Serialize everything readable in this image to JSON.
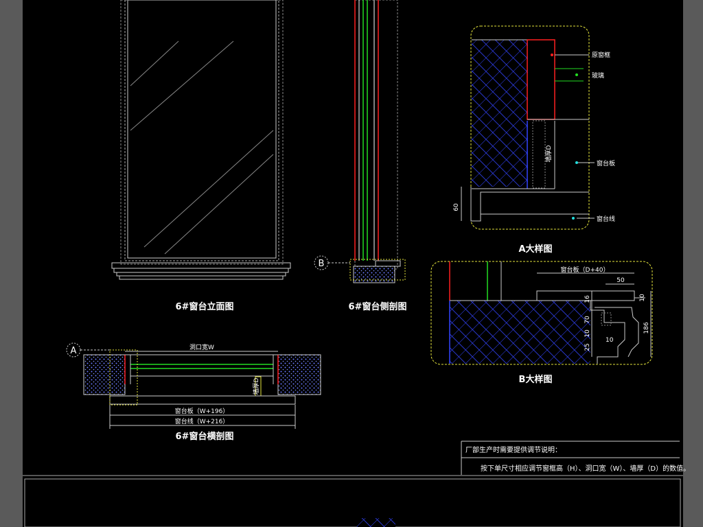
{
  "colors": {
    "background": "#000000",
    "frame": "#5a5a5a",
    "line_white": "#ffffff",
    "line_red": "#ff2020",
    "line_green": "#22dd22",
    "line_blue": "#3344ff",
    "line_yellow": "#e6e63c",
    "line_cyan": "#22dddd"
  },
  "titles": {
    "elevation": "6#窗台立面图",
    "side_section": "6#窗台侧剖图",
    "plan_section": "6#窗台横剖图",
    "detail_a": "A大样图",
    "detail_b": "B大样图"
  },
  "markers": {
    "a": "A",
    "b": "B"
  },
  "detail_a": {
    "labels": [
      "原窗框",
      "玻璃",
      "窗台板",
      "窗台线"
    ],
    "dim_left": "60",
    "dim_vertical": "墙厚D"
  },
  "detail_b": {
    "label_top": "窗台板（D+40）",
    "dim_50": "50",
    "dim_186": "186",
    "dim_right_small": "10",
    "dim_left_stack": [
      "16",
      "70",
      "10",
      "25"
    ],
    "dim_mid": "10"
  },
  "plan": {
    "top_label": "洞口宽W",
    "dim_1": "窗台板（W+196）",
    "dim_2": "窗台线（W+216）",
    "side_label": "墙厚D"
  },
  "notes": {
    "title": "厂部生产时需要提供调节说明：",
    "body": "按下单尺寸相应调节窗框高（H）、洞口宽（W）、墙厚（D）的数值。"
  }
}
